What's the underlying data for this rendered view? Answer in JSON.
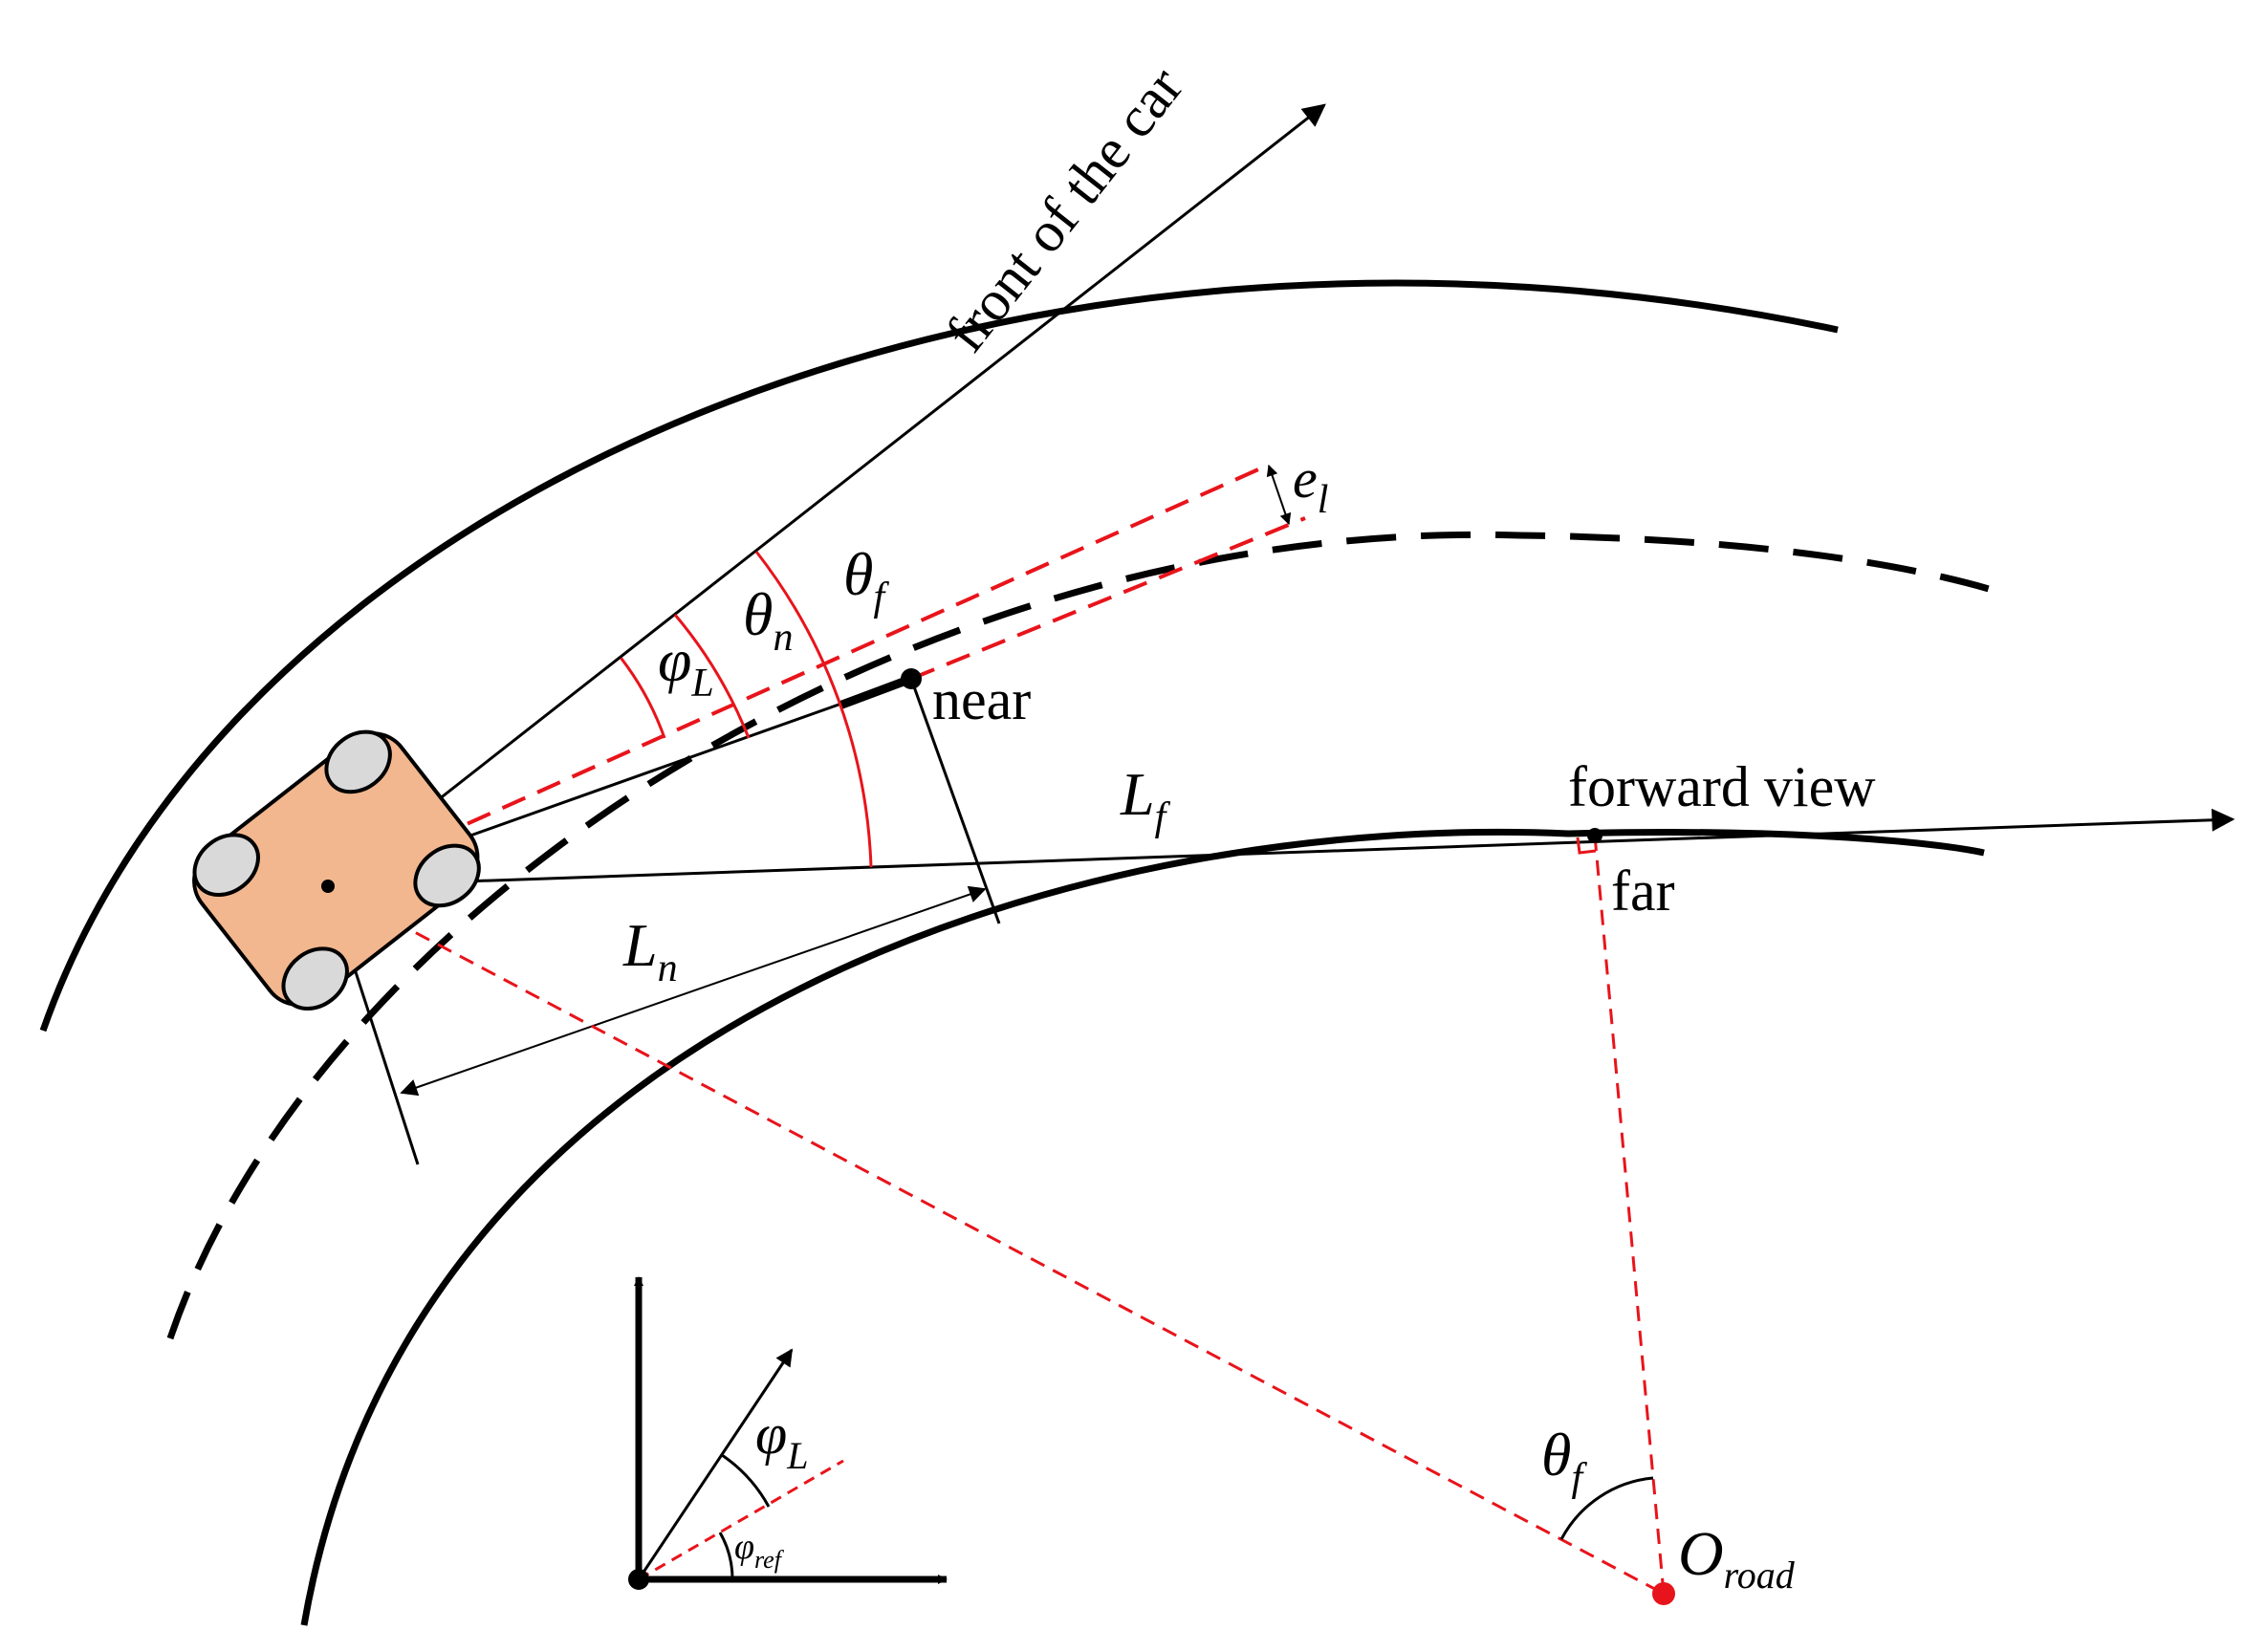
{
  "labels": {
    "front": "front of the car",
    "near": "near",
    "far": "far",
    "forward_view": "forward view",
    "el_main": "e",
    "el_sub": "l",
    "phiL_main": "φ",
    "phiL_sub": "L",
    "thetan_main": "θ",
    "thetan_sub": "n",
    "thetaf_main": "θ",
    "thetaf_sub": "f",
    "Lf_main": "L",
    "Lf_sub": "f",
    "Ln_main": "L",
    "Ln_sub": "n",
    "thetaf2_main": "θ",
    "thetaf2_sub": "f",
    "Oroad_main": "O",
    "Oroad_sub": "road",
    "inset_phiL_main": "φ",
    "inset_phiL_sub": "L",
    "inset_phiref_main": "φ",
    "inset_phiref_sub": "ref"
  },
  "colors": {
    "ink": "#000000",
    "accent_red": "#e8141b",
    "car_body": "#f2b78e",
    "wheel": "#d9d9d9"
  }
}
